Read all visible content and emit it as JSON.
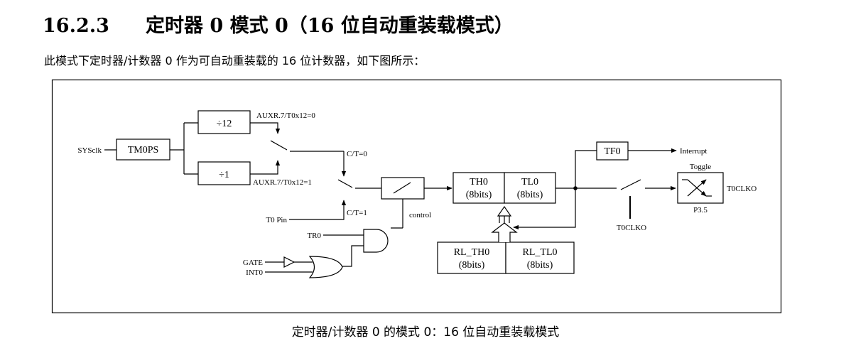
{
  "header": {
    "section_number": "16.2.3",
    "section_title": "定时器 0 模式 0（16 位自动重装载模式）"
  },
  "intro_text": "此模式下定时器/计数器 0 作为可自动重装载的 16 位计数器，如下图所示：",
  "diagram": {
    "sysclk": "SYSclk",
    "tm0ps": "TM0PS",
    "div12": "÷12",
    "div1": "÷1",
    "auxr_0": "AUXR.7/T0x12=0",
    "auxr_1": "AUXR.7/T0x12=1",
    "ct0": "C/T=0",
    "ct1": "C/T=1",
    "t0pin": "T0 Pin",
    "control": "control",
    "tr0": "TR0",
    "gate": "GATE",
    "int0": "INT0",
    "th0": "TH0",
    "th0_bits": "(8bits)",
    "tl0": "TL0",
    "tl0_bits": "(8bits)",
    "rl_th0": "RL_TH0",
    "rl_th0_bits": "(8bits)",
    "rl_tl0": "RL_TL0",
    "rl_tl0_bits": "(8bits)",
    "tf0": "TF0",
    "interrupt": "Interrupt",
    "toggle": "Toggle",
    "t0clko_out": "T0CLKO",
    "t0clko_ctrl": "T0CLKO",
    "p35": "P3.5"
  },
  "caption": "定时器/计数器 0 的模式 0：16 位自动重装载模式"
}
